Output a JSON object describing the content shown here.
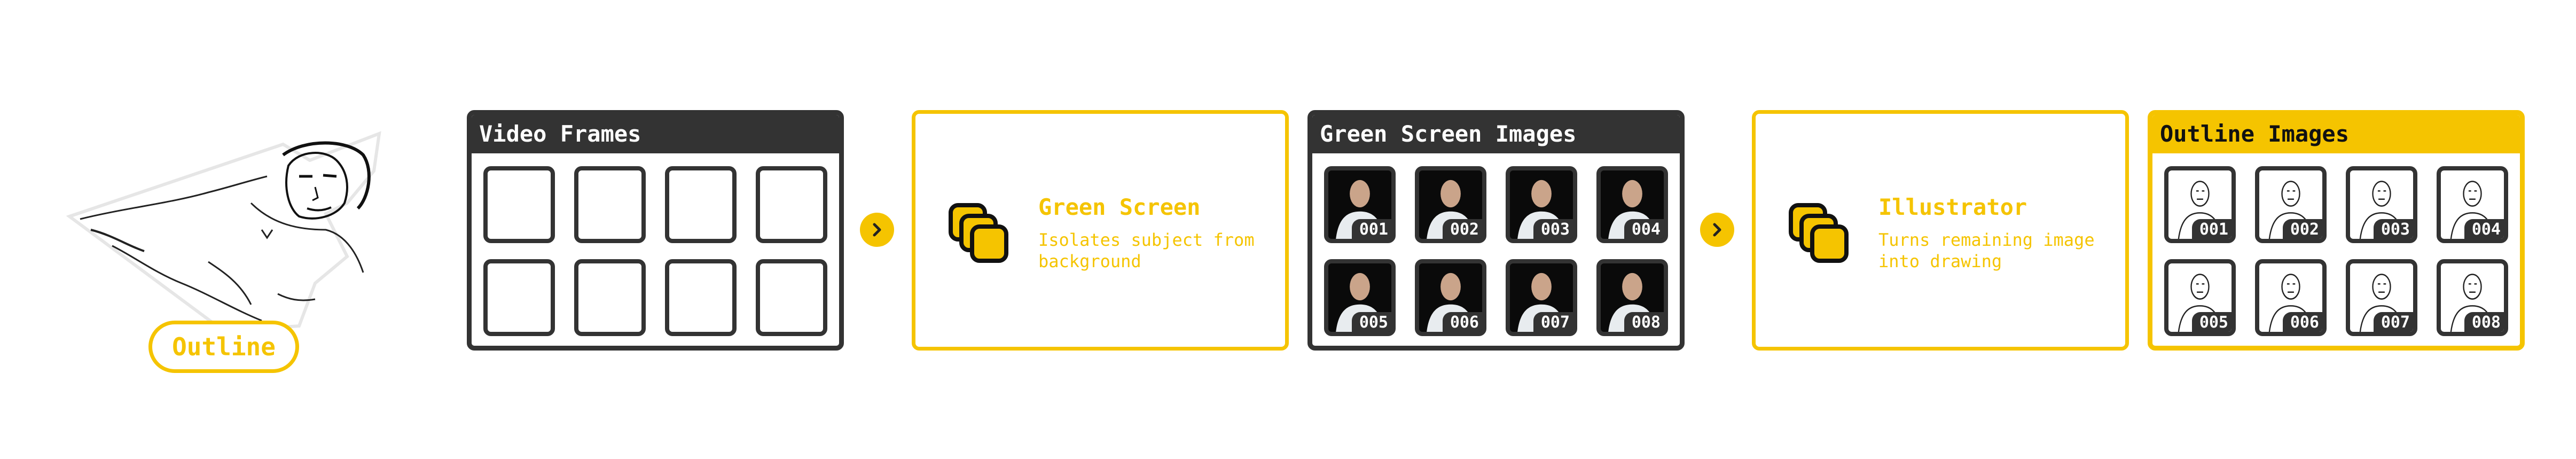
{
  "colors": {
    "accent": "#f5c400",
    "frame": "#333333",
    "text_on_dark": "#ffffff"
  },
  "outline_badge": {
    "label": "Outline"
  },
  "video_frames": {
    "title": "Video Frames",
    "frame_count": 8
  },
  "green_screen": {
    "title": "Green Screen",
    "description": "Isolates subject from background",
    "icon": "layers-icon"
  },
  "green_screen_images": {
    "title": "Green Screen Images",
    "items": [
      "001",
      "002",
      "003",
      "004",
      "005",
      "006",
      "007",
      "008"
    ]
  },
  "illustrator": {
    "title": "Illustrator",
    "description": "Turns remaining image into drawing",
    "icon": "layers-icon"
  },
  "outline_images": {
    "title": "Outline Images",
    "items": [
      "001",
      "002",
      "003",
      "004",
      "005",
      "006",
      "007",
      "008"
    ]
  },
  "connectors": [
    {
      "icon": "chevron-right-icon"
    },
    {
      "icon": "chevron-right-icon"
    }
  ]
}
